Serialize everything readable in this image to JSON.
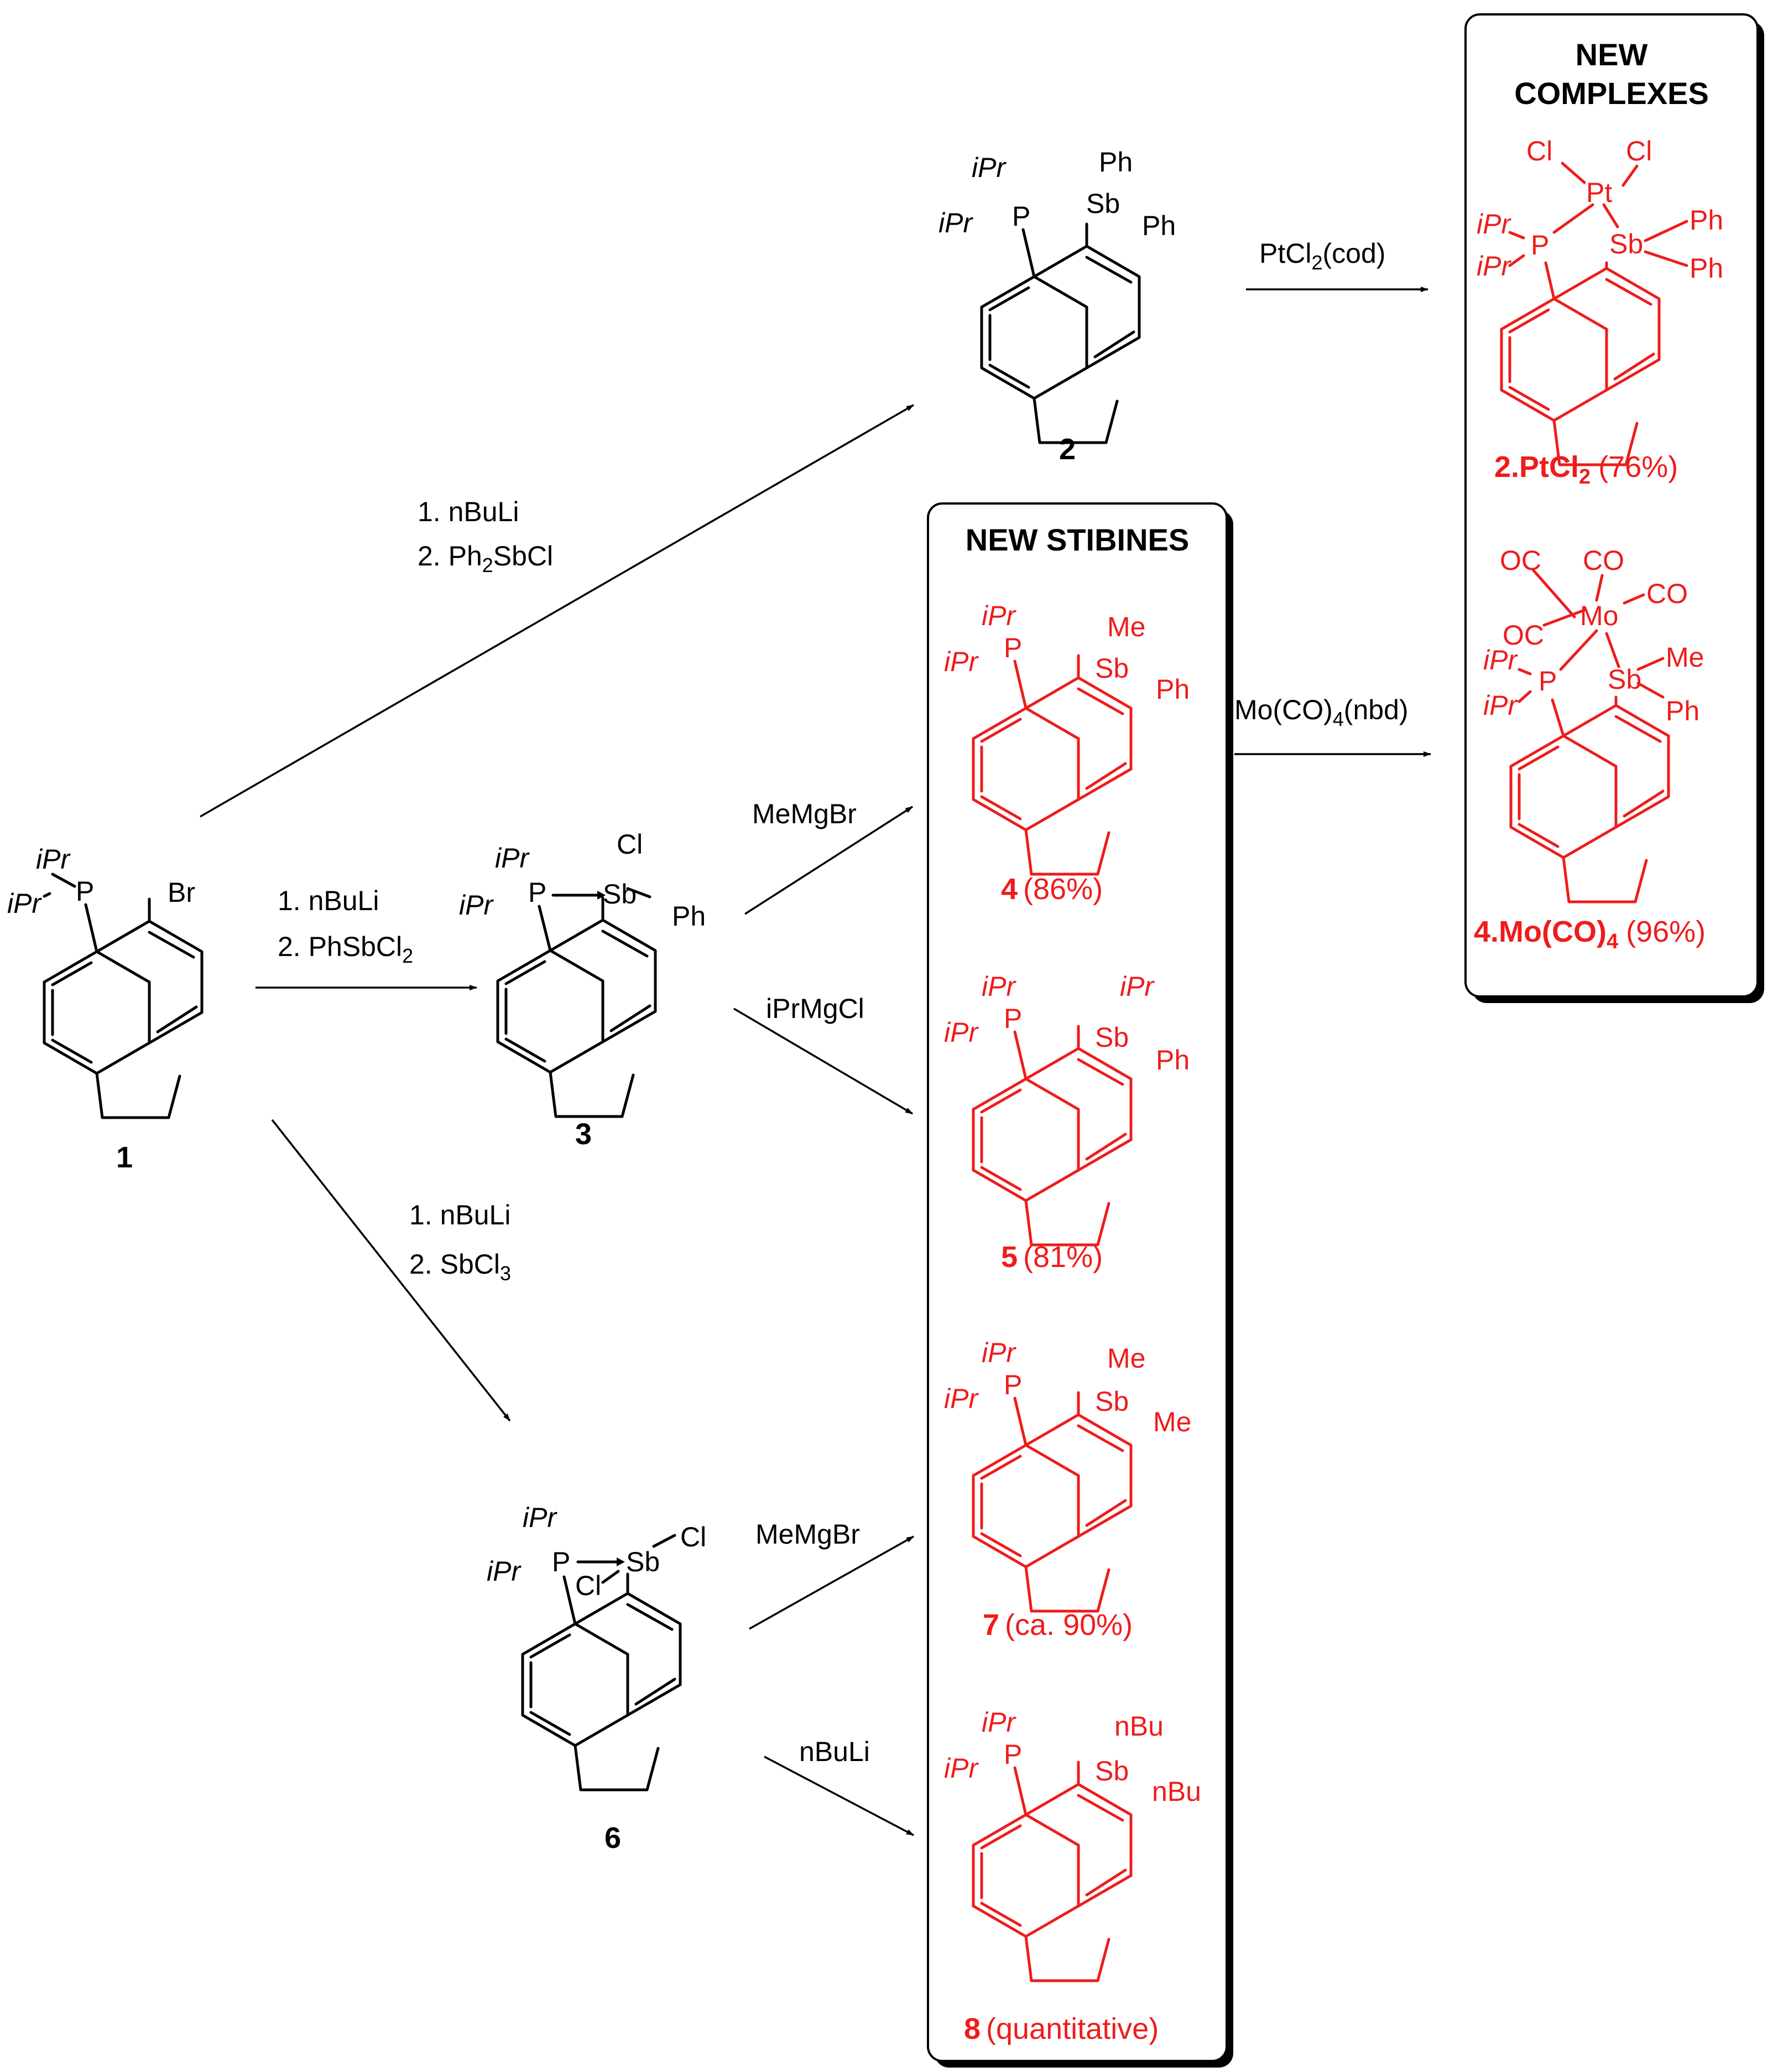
{
  "colors": {
    "new_compound": "#ee1c1c",
    "ink": "#000000"
  },
  "boxes": {
    "stibines_title": "NEW STIBINES",
    "complexes_title_line1": "NEW",
    "complexes_title_line2": "COMPLEXES"
  },
  "compounds": {
    "c1": {
      "number": "1",
      "atoms": {
        "p": "P",
        "br": "Br",
        "ipr_a": "iPr",
        "ipr_b": "iPr"
      }
    },
    "c2": {
      "number": "2",
      "atoms": {
        "p": "P",
        "sb": "Sb",
        "ph_a": "Ph",
        "ph_b": "Ph",
        "ipr_a": "iPr",
        "ipr_b": "iPr"
      }
    },
    "c3": {
      "number": "3",
      "atoms": {
        "p": "P",
        "sb": "Sb",
        "cl": "Cl",
        "ph": "Ph",
        "ipr_a": "iPr",
        "ipr_b": "iPr"
      }
    },
    "c6": {
      "number": "6",
      "atoms": {
        "p": "P",
        "sb": "Sb",
        "cl_a": "Cl",
        "cl_b": "Cl",
        "ipr_a": "iPr",
        "ipr_b": "iPr"
      }
    },
    "c4": {
      "number": "4",
      "yield": "(86%)",
      "atoms": {
        "p": "P",
        "sb": "Sb",
        "r1": "Me",
        "r2": "Ph",
        "ipr_a": "iPr",
        "ipr_b": "iPr"
      }
    },
    "c5": {
      "number": "5",
      "yield": "(81%)",
      "atoms": {
        "p": "P",
        "sb": "Sb",
        "r1": "iPr",
        "r2": "Ph",
        "ipr_a": "iPr",
        "ipr_b": "iPr"
      }
    },
    "c7": {
      "number": "7",
      "yield": "(ca. 90%)",
      "atoms": {
        "p": "P",
        "sb": "Sb",
        "r1": "Me",
        "r2": "Me",
        "ipr_a": "iPr",
        "ipr_b": "iPr"
      }
    },
    "c8": {
      "number": "8",
      "yield": "(quantitative)",
      "atoms": {
        "p": "P",
        "sb": "Sb",
        "r1": "nBu",
        "r2": "nBu",
        "ipr_a": "iPr",
        "ipr_b": "iPr"
      }
    },
    "pt": {
      "number": "2.PtCl",
      "number_sub": "2",
      "yield": "(76%)",
      "atoms": {
        "metal": "Pt",
        "cl_a": "Cl",
        "cl_b": "Cl",
        "p": "P",
        "sb": "Sb",
        "ph_a": "Ph",
        "ph_b": "Ph",
        "ipr_a": "iPr",
        "ipr_b": "iPr"
      }
    },
    "mo": {
      "number": "4.Mo(CO)",
      "number_sub": "4",
      "yield": "(96%)",
      "atoms": {
        "metal": "Mo",
        "co_a": "OC",
        "co_b": "CO",
        "co_c": "CO",
        "co_d": "OC",
        "p": "P",
        "sb": "Sb",
        "me": "Me",
        "ph": "Ph",
        "ipr_a": "iPr",
        "ipr_b": "iPr"
      }
    }
  },
  "reagents": {
    "to_2_line1": "1. nBuLi",
    "to_2_line2_main": "2. Ph",
    "to_2_line2_sub": "2",
    "to_2_line2_end": "SbCl",
    "to_3_line1": "1. nBuLi",
    "to_3_line2_main": "2. PhSbCl",
    "to_3_line2_sub": "2",
    "to_6_line1": "1. nBuLi",
    "to_6_line2_main": "2. SbCl",
    "to_6_line2_sub": "3",
    "to_4": "MeMgBr",
    "to_5": "iPrMgCl",
    "to_7": "MeMgBr",
    "to_8": "nBuLi",
    "to_pt_main": "PtCl",
    "to_pt_sub": "2",
    "to_pt_end": "(cod)",
    "to_mo_main": "Mo(CO)",
    "to_mo_sub": "4",
    "to_mo_end": "(nbd)"
  }
}
